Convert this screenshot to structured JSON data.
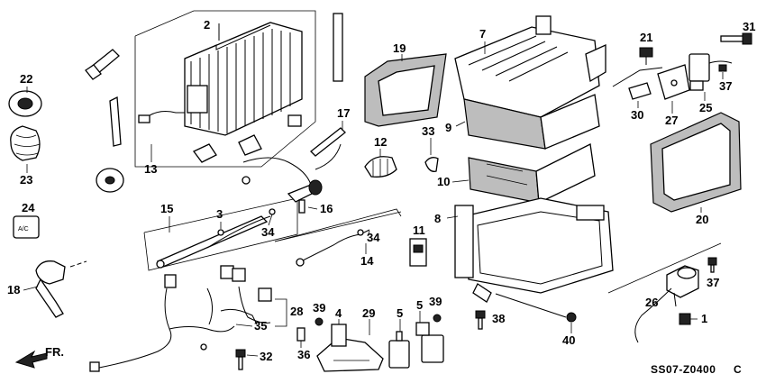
{
  "diagram_code": "SS07-Z0400",
  "diagram_code_suffix": "C",
  "front_label": "FR.",
  "callouts": {
    "n1": "1",
    "n2": "2",
    "n3": "3",
    "n4": "4",
    "n5": "5",
    "n7": "7",
    "n8": "8",
    "n9": "9",
    "n10": "10",
    "n11": "11",
    "n12": "12",
    "n13": "13",
    "n14": "14",
    "n15": "15",
    "n16": "16",
    "n17": "17",
    "n18": "18",
    "n19": "19",
    "n20": "20",
    "n21": "21",
    "n22": "22",
    "n23": "23",
    "n24": "24",
    "n25": "25",
    "n26": "26",
    "n27": "27",
    "n28": "28",
    "n29": "29",
    "n30": "30",
    "n31": "31",
    "n32": "32",
    "n33": "33",
    "n34a": "34",
    "n34b": "34",
    "n35": "35",
    "n36": "36",
    "n37a": "37",
    "n37b": "37",
    "n38": "38",
    "n39a": "39",
    "n39b": "39",
    "n40": "40"
  }
}
